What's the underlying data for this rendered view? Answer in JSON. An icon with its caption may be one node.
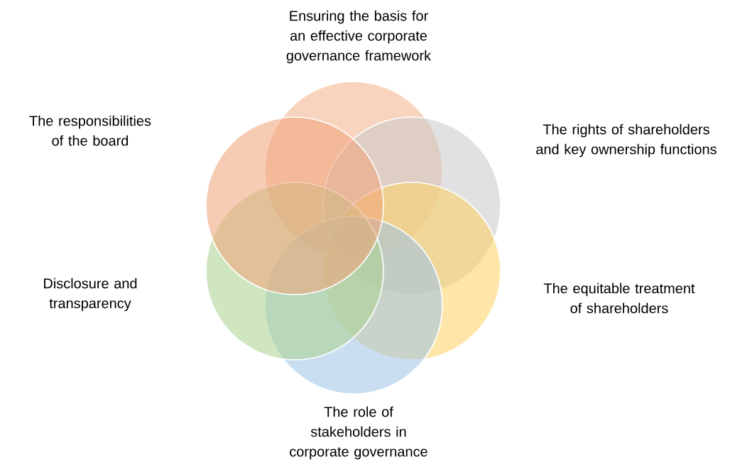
{
  "diagram": {
    "nodes": [
      {
        "text": [
          "Ensuring the basis for an effective corporate governance framework"
        ]
      },
      {
        "text": [
          "The rights of shareholders and key ownership functions"
        ]
      },
      {
        "text": [
          "The equitable treatment of shareholders"
        ]
      },
      {
        "text": [
          "The role of stakeholders in corporate governance"
        ]
      },
      {
        "text": [
          "Disclosure and transparency"
        ]
      },
      {
        "text": [
          "The responsibilities of the board"
        ]
      }
    ]
  }
}
